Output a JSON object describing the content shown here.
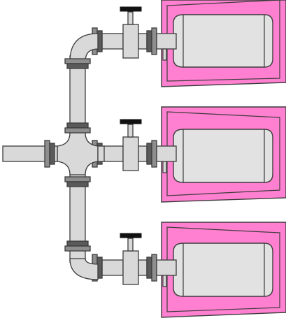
{
  "diagram": {
    "kind": "piping-schematic",
    "colors": {
      "pipe_fill": "#d9d9d9",
      "pipe_stroke": "#3c3c3c",
      "flange_fill": "#8e8e8e",
      "flange_dark": "#5a5a5a",
      "valve_handle": "#111111",
      "enclosure_fill": "#ff7fd0",
      "enclosure_stroke": "#3c3c3c",
      "tank_fill": "#e2e2e2",
      "background": "#ffffff"
    },
    "components": {
      "inlet_pipe": "inlet-pipe",
      "cross_fitting": "cross-fitting",
      "branch_count": 3,
      "branches": [
        {
          "id": "top",
          "valve": "gate-valve",
          "tank": "horizontal-tank",
          "enclosure": "pink-enclosure"
        },
        {
          "id": "middle",
          "valve": "gate-valve",
          "tank": "horizontal-tank",
          "enclosure": "pink-enclosure"
        },
        {
          "id": "bottom",
          "valve": "gate-valve",
          "tank": "horizontal-tank",
          "enclosure": "pink-enclosure"
        }
      ]
    }
  }
}
